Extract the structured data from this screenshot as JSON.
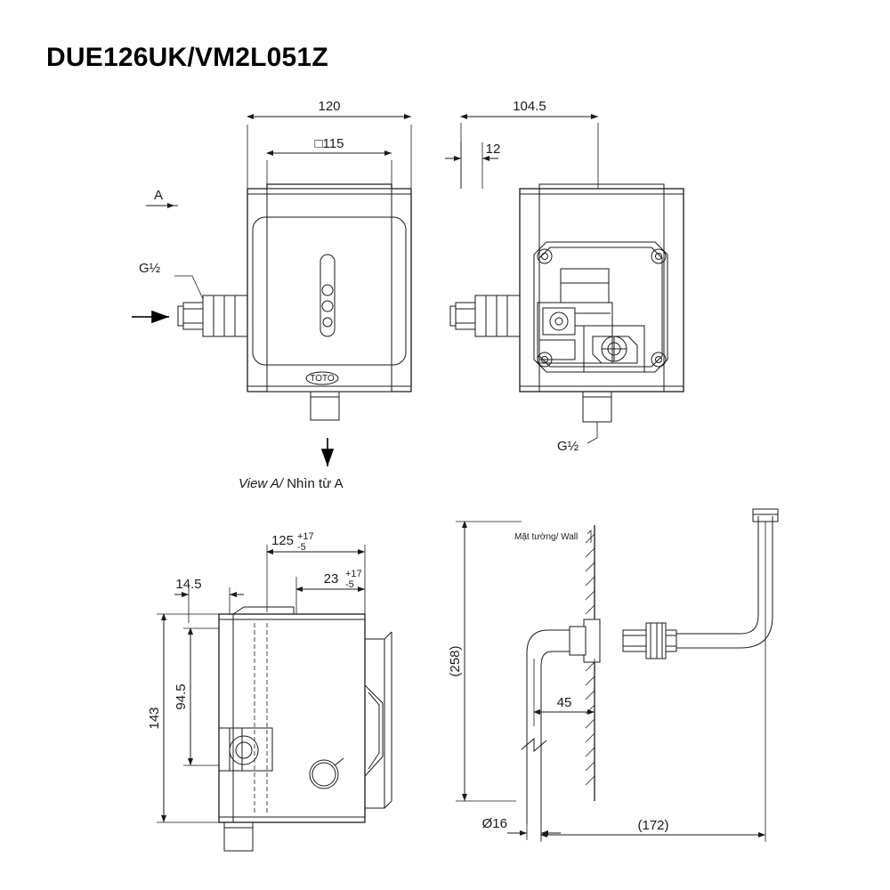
{
  "page": {
    "title": "DUE126UK/VM2L051Z",
    "background": "#ffffff",
    "line_color": "#1a1a1a"
  },
  "views": {
    "front": {
      "name": "front-view",
      "dims": [
        "120",
        "□115"
      ],
      "labels": [
        "A",
        "G½"
      ],
      "brand": "TOTO",
      "caption_italic": "View A/",
      "caption_plain": " Nhìn từ A"
    },
    "internal": {
      "name": "internal-view",
      "dims": [
        "104.5",
        "12"
      ],
      "labels": [
        "G½"
      ]
    },
    "side": {
      "name": "side-section-view",
      "dims": [
        "14.5",
        "143",
        "94.5"
      ],
      "dim_tol_1": {
        "value": "125",
        "plus": "+17",
        "minus": "-5"
      },
      "dim_tol_2": {
        "value": "23",
        "plus": "+17",
        "minus": "-5"
      }
    },
    "pipe": {
      "name": "pipe-routing-view",
      "wall_label": "Mặt tường/ Wall",
      "dims": [
        "(258)",
        "45",
        "Ø16",
        "(172)"
      ]
    }
  }
}
